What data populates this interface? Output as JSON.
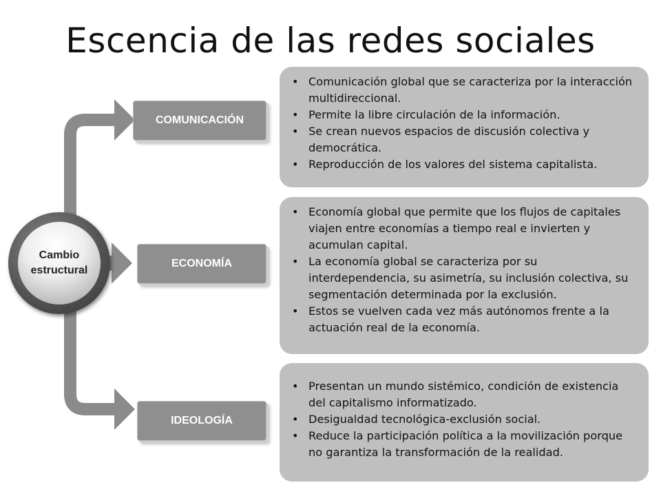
{
  "title": "Escencia de las redes sociales",
  "hub": {
    "label": "Cambio estructural"
  },
  "colors": {
    "connector": "#8b8b8b",
    "label_box": "#8f8f8f",
    "panel": "#bfbfbf"
  },
  "branches": [
    {
      "label": "COMUNICACIÓN",
      "bullets": [
        "Comunicación global que se caracteriza por la interacción multidireccional.",
        "Permite la libre circulación de la información.",
        "Se crean nuevos espacios de discusión colectiva y democrática.",
        "Reproducción de los valores del sistema capitalista."
      ]
    },
    {
      "label": "ECONOMÍA",
      "bullets": [
        "Economía global que permite que los flujos de capitales viajen entre economías a tiempo real e invierten y acumulan capital.",
        "La economía global se caracteriza por su interdependencia, su asimetría, su inclusión colectiva, su segmentación determinada por la exclusión.",
        "Estos se vuelven cada vez más autónomos frente a la actuación real de la economía."
      ]
    },
    {
      "label": "IDEOLOGÍA",
      "bullets": [
        "Presentan un mundo sistémico, condición de existencia del capitalismo informatizado.",
        "Desigualdad tecnológica-exclusión social.",
        "Reduce la participación política a la movilización porque no garantiza la transformación de la realidad."
      ]
    }
  ]
}
